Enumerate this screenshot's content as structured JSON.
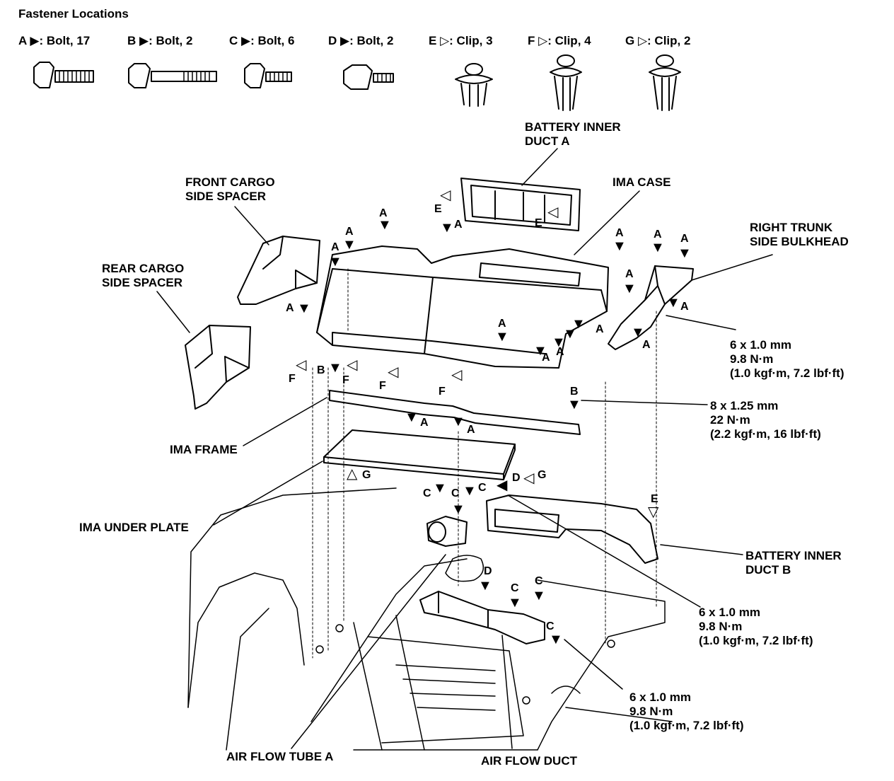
{
  "header": {
    "title": "Fastener Locations"
  },
  "fasteners": [
    {
      "letter": "A",
      "style": "filled",
      "label": ": Bolt, 17"
    },
    {
      "letter": "B",
      "style": "filled",
      "label": ": Bolt, 2"
    },
    {
      "letter": "C",
      "style": "filled",
      "label": ": Bolt, 6"
    },
    {
      "letter": "D",
      "style": "filled",
      "label": ": Bolt, 2"
    },
    {
      "letter": "E",
      "style": "open",
      "label": ": Clip, 3"
    },
    {
      "letter": "F",
      "style": "open",
      "label": ": Clip, 4"
    },
    {
      "letter": "G",
      "style": "open",
      "label": ": Clip, 2"
    }
  ],
  "parts": {
    "battery_inner_duct_a": {
      "line1": "BATTERY INNER",
      "line2": "DUCT A"
    },
    "ima_case": "IMA CASE",
    "front_cargo_side_spacer": {
      "line1": "FRONT CARGO",
      "line2": "SIDE SPACER"
    },
    "rear_cargo_side_spacer": {
      "line1": "REAR CARGO",
      "line2": "SIDE SPACER"
    },
    "right_trunk_side_bulkhead": {
      "line1": "RIGHT TRUNK",
      "line2": "SIDE BULKHEAD"
    },
    "ima_frame": "IMA FRAME",
    "ima_under_plate": "IMA UNDER PLATE",
    "battery_inner_duct_b": {
      "line1": "BATTERY INNER",
      "line2": "DUCT B"
    },
    "air_flow_tube_a": "AIR FLOW TUBE A",
    "air_flow_duct": "AIR FLOW DUCT"
  },
  "torque_specs": [
    {
      "size": "6 x 1.0 mm",
      "torque": "9.8 N·m",
      "imperial": "(1.0 kgf·m, 7.2 lbf·ft)"
    },
    {
      "size": "8 x 1.25 mm",
      "torque": "22 N·m",
      "imperial": "(2.2 kgf·m, 16 lbf·ft)"
    },
    {
      "size": "6 x 1.0 mm",
      "torque": "9.8 N·m",
      "imperial": "(1.0 kgf·m, 7.2 lbf·ft)"
    },
    {
      "size": "6 x 1.0 mm",
      "torque": "9.8 N·m",
      "imperial": "(1.0 kgf·m, 7.2 lbf·ft)"
    }
  ],
  "markers": [
    "A",
    "B",
    "C",
    "D",
    "E",
    "F",
    "G"
  ],
  "colors": {
    "ink": "#000000",
    "paper": "#ffffff"
  }
}
